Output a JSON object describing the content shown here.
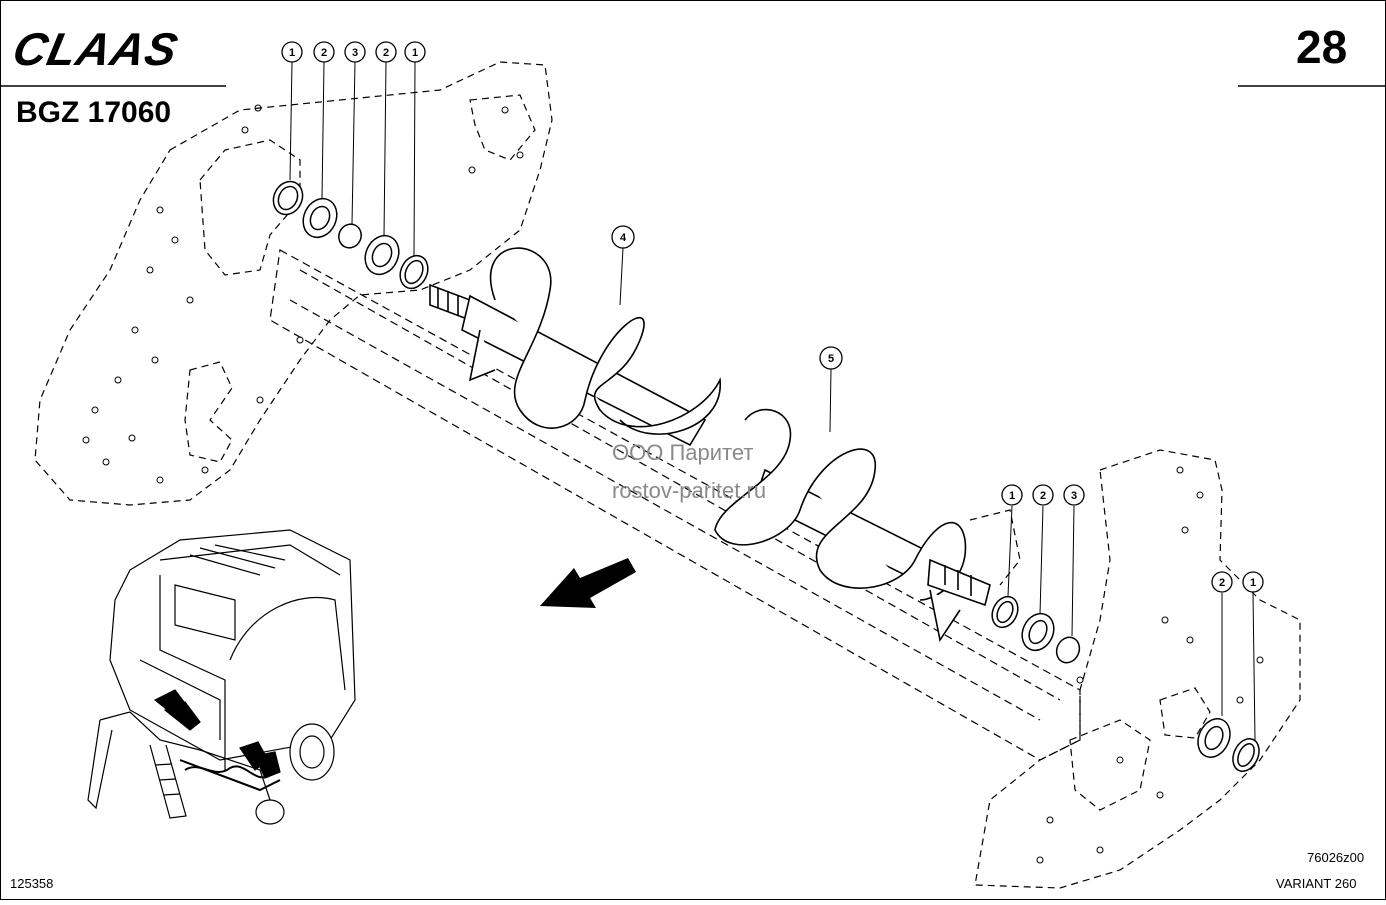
{
  "header": {
    "brand": "CLAAS",
    "assembly_code": "BGZ 17060",
    "page_number": "28"
  },
  "watermark": {
    "line1": "ООО Паритет",
    "line2": "rostov-paritet.ru"
  },
  "footer": {
    "drawing_number": "76026z00",
    "document_number": "125358",
    "model": "VARIANT 260"
  },
  "callouts": {
    "upper_left_group": [
      "1",
      "2",
      "3",
      "2",
      "1"
    ],
    "auger_left": "4",
    "auger_right": "5",
    "right_group": [
      "1",
      "2",
      "3"
    ],
    "far_right_group": [
      "2",
      "1"
    ]
  }
}
